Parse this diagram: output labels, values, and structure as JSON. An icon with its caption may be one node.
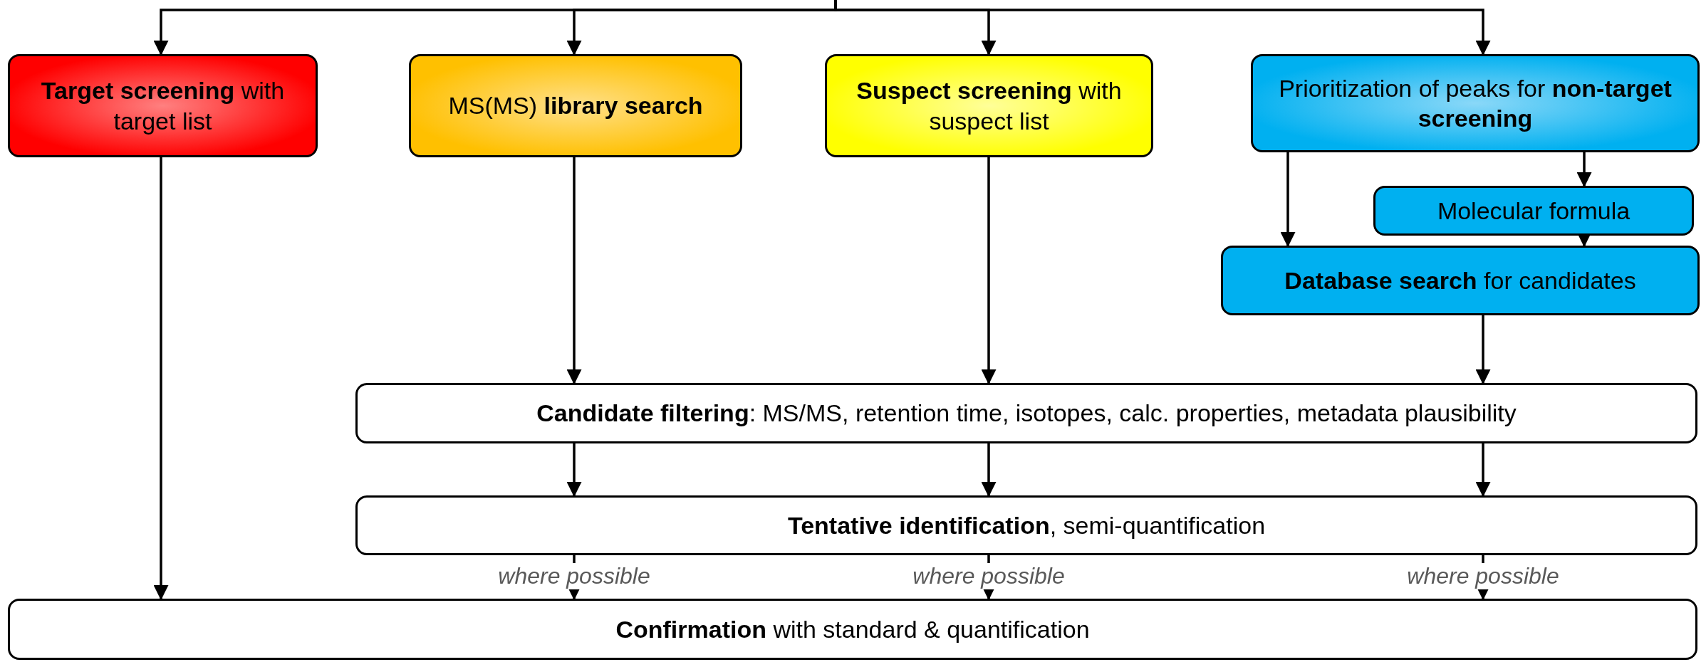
{
  "diagram": {
    "nodes": [
      {
        "text": [
          "**Target screening** with target list"
        ]
      },
      {
        "text": [
          "MS(MS) **library search**"
        ]
      },
      {
        "text": [
          "**Suspect screening** with suspect list"
        ]
      },
      {
        "text": [
          "Prioritization of peaks for **non-target screening**"
        ]
      },
      {
        "text": [
          "Molecular formula"
        ]
      },
      {
        "text": [
          "**Database search** for candidates"
        ]
      },
      {
        "text": [
          "**Candidate filtering**: MS/MS, retention time, isotopes, calc. properties, metadata plausibility"
        ]
      },
      {
        "text": [
          "**Tentative identification**, semi-quantification"
        ]
      },
      {
        "text": [
          "**Confirmation** with standard & quantification"
        ]
      }
    ],
    "edges": [
      {
        "from": null,
        "to": 0,
        "arrow": "to"
      },
      {
        "from": null,
        "to": 1,
        "arrow": "to"
      },
      {
        "from": null,
        "to": 2,
        "arrow": "to"
      },
      {
        "from": null,
        "to": 3,
        "arrow": "to"
      },
      {
        "from": 0,
        "to": 8,
        "arrow": "to"
      },
      {
        "from": 1,
        "to": 6,
        "arrow": "to"
      },
      {
        "from": 2,
        "to": 6,
        "arrow": "to"
      },
      {
        "from": 3,
        "to": 5,
        "arrow": "to"
      },
      {
        "from": 3,
        "to": 4,
        "arrow": "to"
      },
      {
        "from": 4,
        "to": 5,
        "arrow": "to"
      },
      {
        "from": 5,
        "to": 6,
        "arrow": "to"
      },
      {
        "from": 6,
        "to": 7,
        "arrow": "to"
      },
      {
        "from": 6,
        "to": 7,
        "arrow": "to"
      },
      {
        "from": 6,
        "to": 7,
        "arrow": "to"
      },
      {
        "from": 7,
        "to": 8,
        "arrow": "to",
        "label": "*where possible*"
      },
      {
        "from": 7,
        "to": 8,
        "arrow": "to",
        "label": "*where possible*"
      },
      {
        "from": 7,
        "to": 8,
        "arrow": "to",
        "label": "*where possible*"
      }
    ]
  }
}
